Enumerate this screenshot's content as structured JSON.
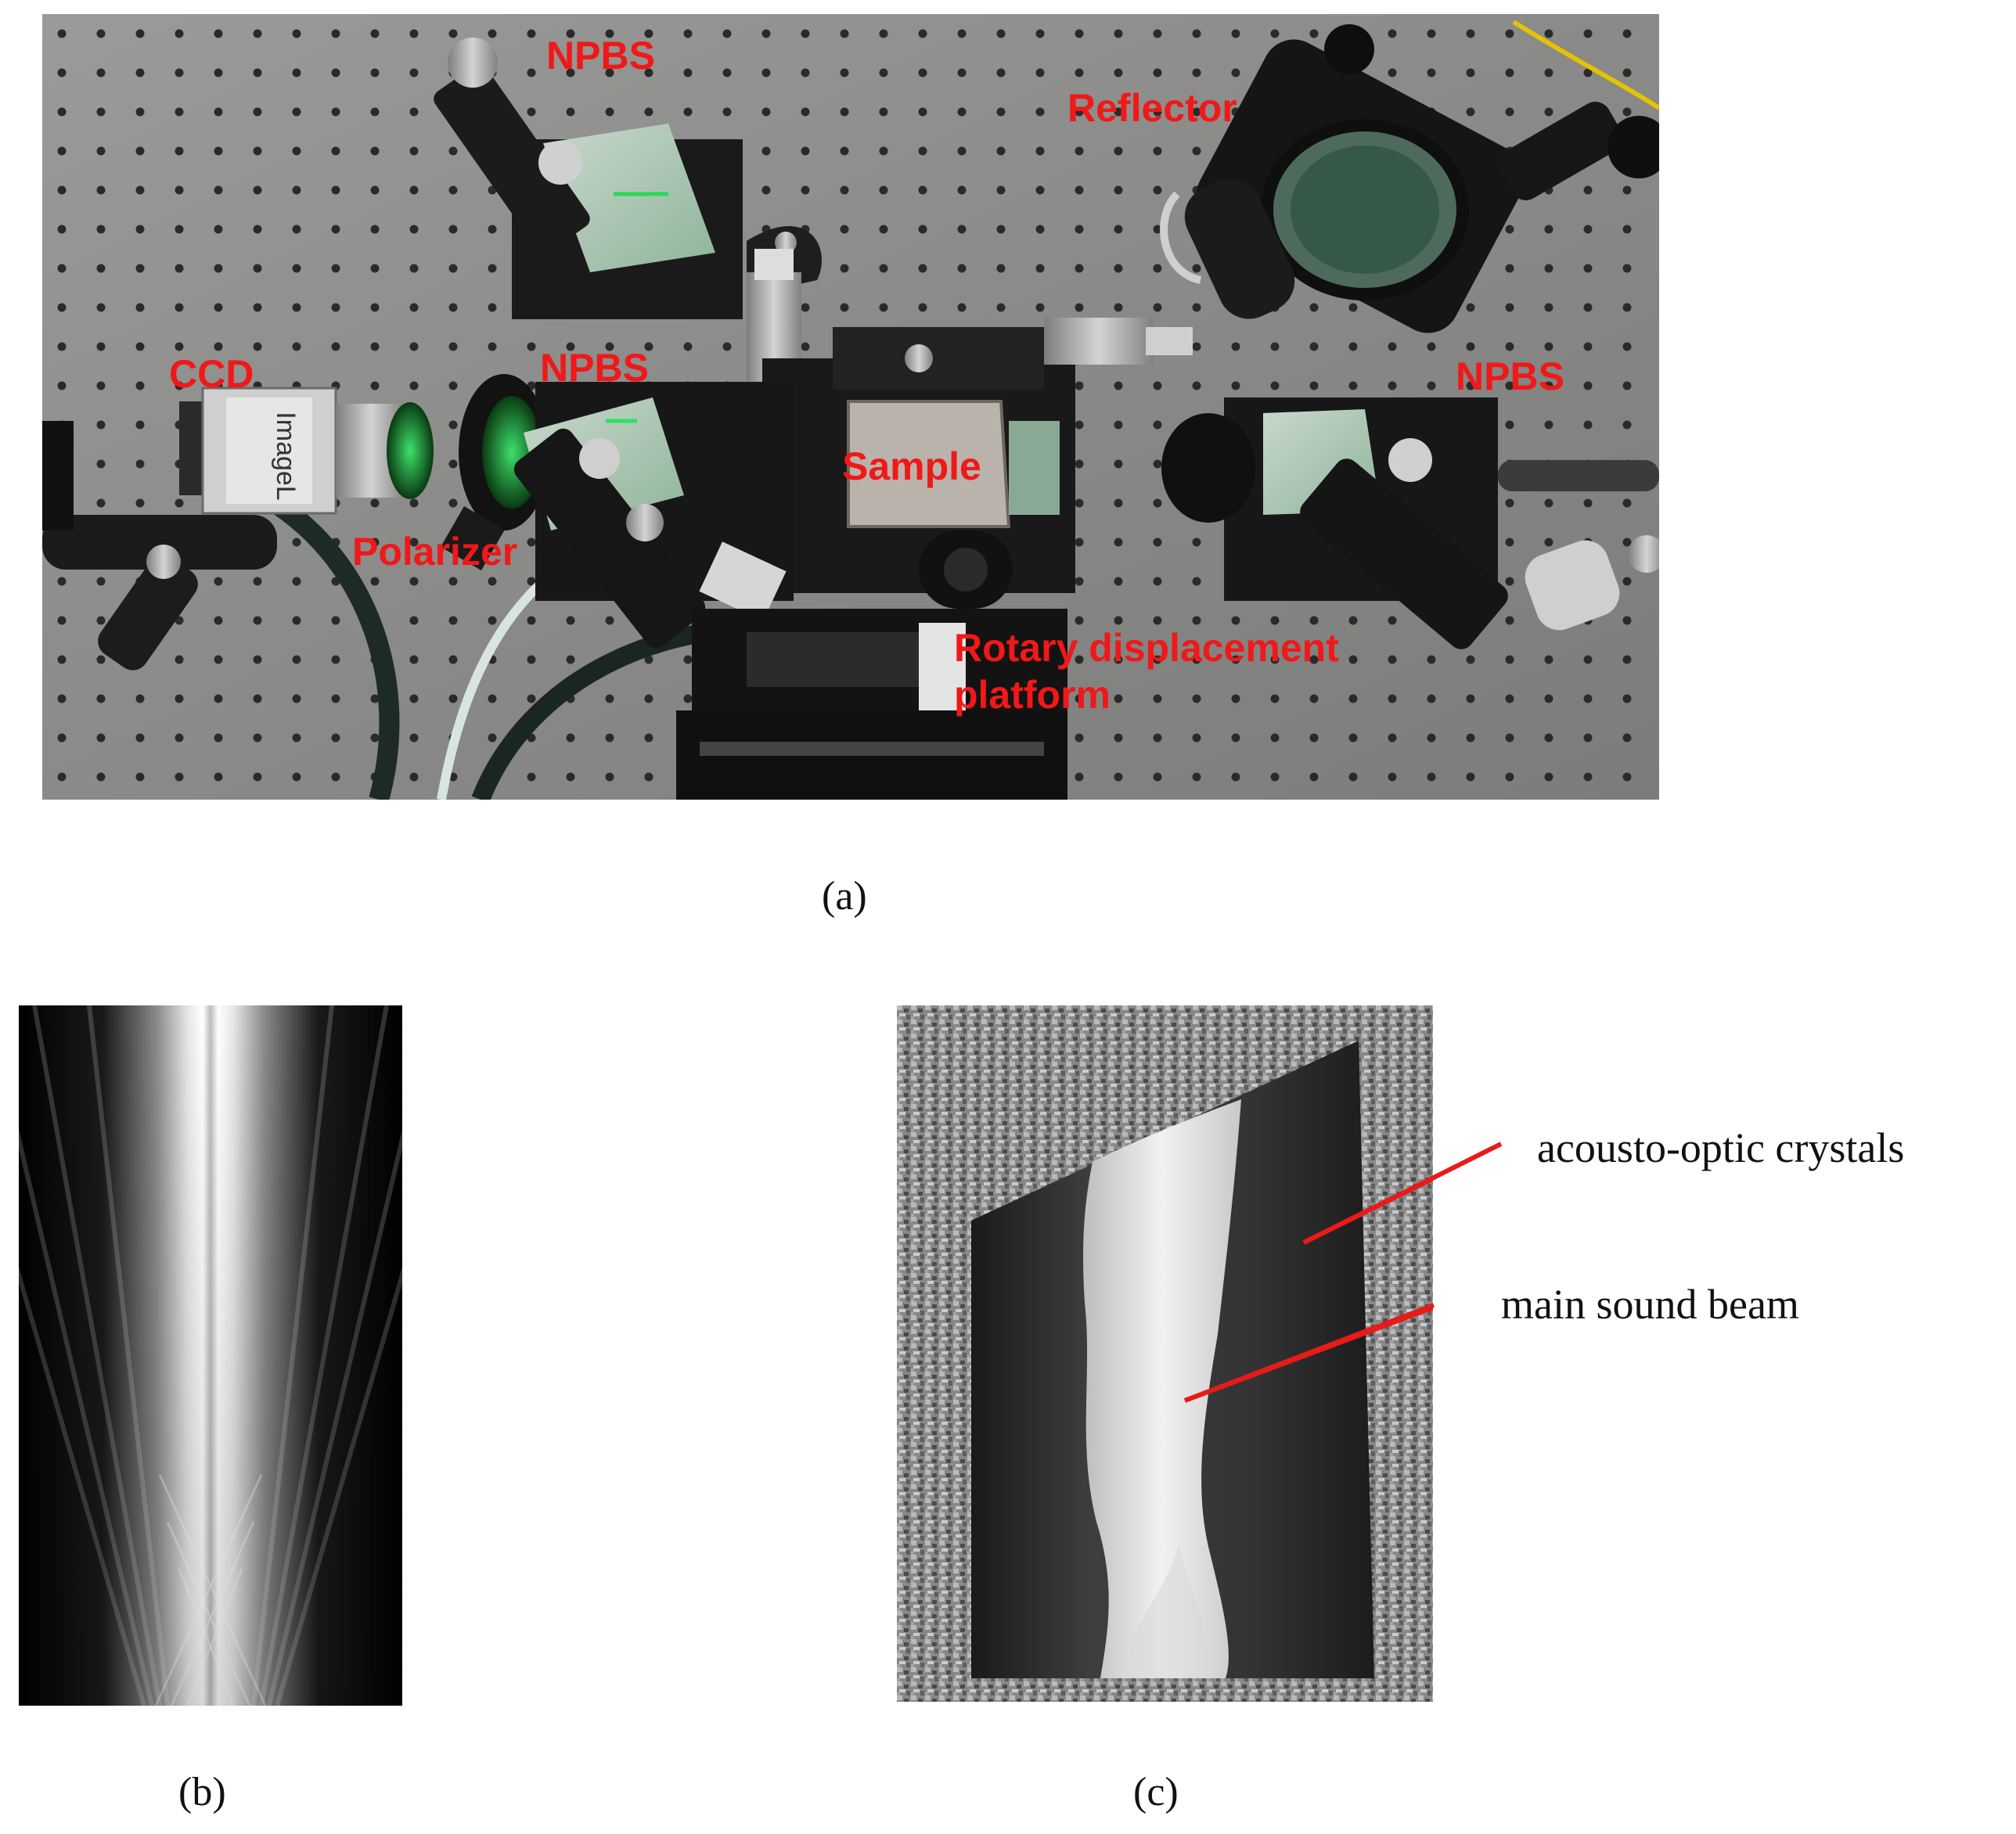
{
  "panel_a": {
    "labels": {
      "npbs_top": "NPBS",
      "reflector": "Reflector",
      "ccd": "CCD",
      "npbs_middle": "NPBS",
      "npbs_right": "NPBS",
      "sample": "Sample",
      "polarizer": "Polarizer",
      "rotary_line1": "Rotary displacement",
      "rotary_line2": "platform"
    },
    "caption": "(a)"
  },
  "panel_b": {
    "caption": "(b)"
  },
  "panel_c": {
    "annotations": {
      "crystals": "acousto-optic crystals",
      "beam": "main sound beam"
    },
    "caption": "(c)"
  },
  "colors": {
    "label_red": "#f01818",
    "annotation_line": "#e81a1a"
  }
}
